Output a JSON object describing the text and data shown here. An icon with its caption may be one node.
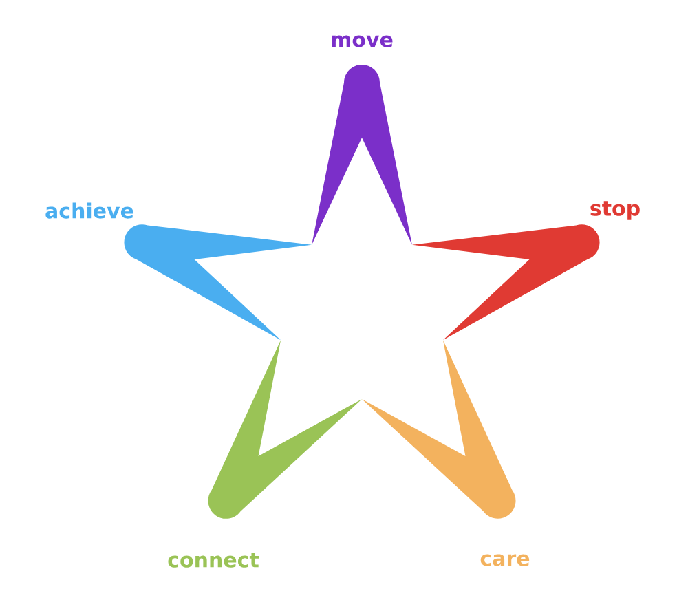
{
  "diagram": {
    "nodes": [
      {
        "text": [
          "move"
        ]
      },
      {
        "text": [
          "achieve"
        ]
      },
      {
        "text": [
          "stop"
        ]
      },
      {
        "text": [
          "connect"
        ]
      },
      {
        "text": [
          "care"
        ]
      }
    ]
  }
}
